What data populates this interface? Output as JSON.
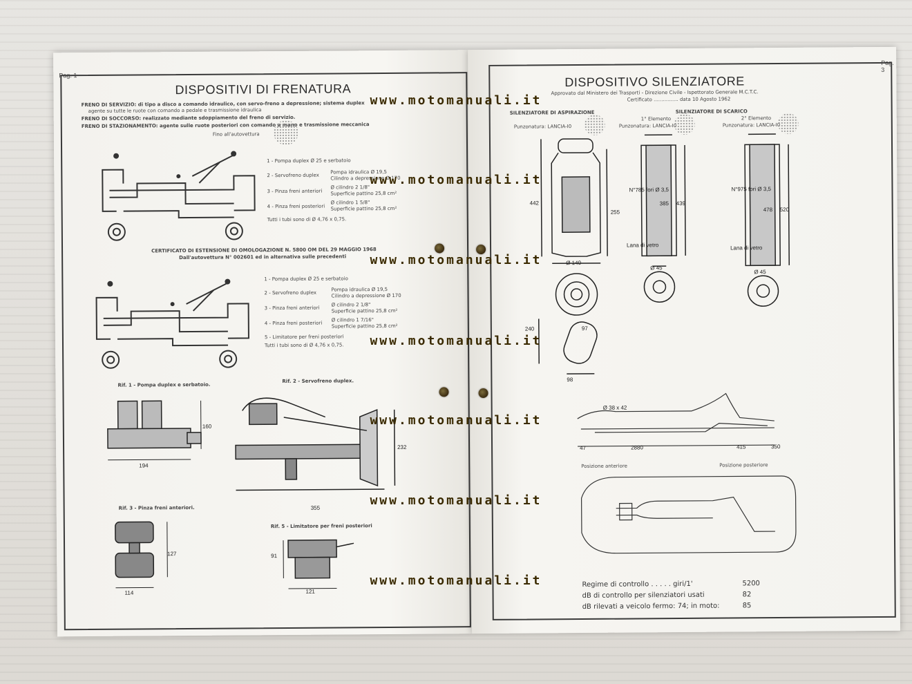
{
  "left_page": {
    "page_label": "Pag. 1",
    "title": "DISPOSITIVI DI FRENATURA",
    "intro": [
      "FRENO DI SERVIZIO: di tipo a disco a comando idraulico, con servo-freno a depressione; sistema duplex",
      "agente su tutte le ruote con comando a pedale e trasmissione idraulica",
      "FRENO DI SOCCORSO: realizzato mediante sdoppiamento del freno di servizio.",
      "FRENO DI STAZIONAMENTO: agente sulle ruote posteriori con comando a mano e trasmissione meccanica"
    ],
    "fig1_caption": "Fino all'autovettura",
    "legend1": [
      "1 - Pompa duplex Ø 25 e serbatoio",
      "2 - Servofreno duplex",
      "Pompa idraulica Ø 19,5",
      "Cilindro a depressione Ø 170",
      "3 - Pinza freni anteriori",
      "Ø cilindro 2 1/8\"",
      "Superficie pattino 25,8 cm²",
      "4 - Pinza freni posteriori",
      "Ø cilindro 1 5/8\"",
      "Superficie pattino 25,8 cm²",
      "Tutti i tubi sono di Ø 4,76 x 0,75."
    ],
    "certificate": [
      "CERTIFICATO DI ESTENSIONE DI OMOLOGAZIONE N. 5800 OM DEL 29 MAGGIO 1968",
      "Dall'autovettura N° 002601 ed in alternativa sulle precedenti"
    ],
    "legend2": [
      "1 - Pompa duplex Ø 25 e serbatoio",
      "2 - Servofreno duplex",
      "Pompa idraulica Ø 19,5",
      "Cilindro a depressione Ø 170",
      "3 - Pinza freni anteriori",
      "Ø cilindro 2 1/8\"",
      "Superficie pattino 25,8 cm²",
      "4 - Pinza freni posteriori",
      "Ø cilindro 1 7/16\"",
      "Superficie pattino 25,8 cm²",
      "5 - Limitatore per freni posteriori",
      "Tutti i tubi sono di Ø 4,76 x 0,75."
    ],
    "parts": [
      {
        "caption": "Rif. 1 - Pompa duplex e serbatoio.",
        "dims": [
          "160",
          "194"
        ]
      },
      {
        "caption": "Rif. 2 - Servofreno duplex.",
        "dims": [
          "232",
          "355"
        ]
      },
      {
        "caption": "Rif. 3 - Pinza freni anteriori.",
        "dims": [
          "127",
          "114"
        ]
      },
      {
        "caption": "Rif. 5 - Limitatore per freni posteriori",
        "dims": [
          "91",
          "121"
        ]
      }
    ]
  },
  "right_page": {
    "page_label": "Pag. 3",
    "title": "DISPOSITIVO SILENZIATORE",
    "subtitle": [
      "Approvato dal Ministero dei Trasporti - Direzione Civile - Ispettorato Generale M.C.T.C.",
      "Certificato ................ data 10 Agosto 1962"
    ],
    "columns": [
      {
        "heading": "SILENZIATORE DI ASPIRAZIONE",
        "element": "",
        "stamp": "Punzonatura: LANCIA-I0",
        "dims": [
          "442",
          "255",
          "Ø 140"
        ]
      },
      {
        "heading": "SILENZIATORE DI SCARICO",
        "element": "1° Elemento",
        "stamp": "Punzonatura: LANCIA-I0",
        "dims": [
          "N°785 fori Ø 3,5",
          "385",
          "439",
          "Lana di vetro",
          "Ø 45"
        ]
      },
      {
        "heading": "",
        "element": "2° Elemento",
        "stamp": "Punzonatura: LANCIA-I0",
        "dims": [
          "N°975 fori Ø 3,5",
          "478",
          "520",
          "Lana di vetro",
          "Ø 45"
        ]
      }
    ],
    "small_dims": [
      "240",
      "97",
      "98",
      "Ø 38 x 42",
      "47",
      "2880",
      "415",
      "350"
    ],
    "positions": [
      "Posizione anteriore",
      "Posizione posteriore"
    ],
    "regime": [
      {
        "label": "Regime di controllo . . . . . giri/1'",
        "value": "5200"
      },
      {
        "label": "dB di controllo per silenziatori usati",
        "value": "82"
      },
      {
        "label": "dB rilevati a veicolo fermo: 74; in moto:",
        "value": "85"
      }
    ]
  },
  "watermark": "www.motomanuali.it"
}
